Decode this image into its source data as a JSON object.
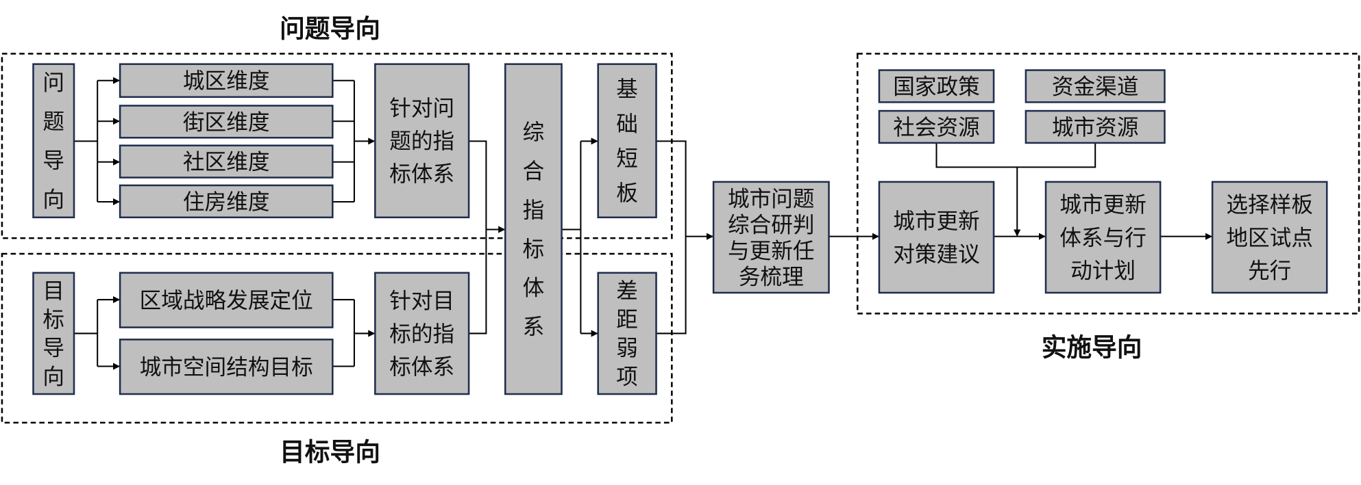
{
  "colors": {
    "box_fill": "#BFBFBF",
    "box_border": "#1F2D4E",
    "line": "#000000"
  },
  "groups": {
    "problem_title": "问题导向",
    "goal_title": "目标导向",
    "implementation_title": "实施导向"
  },
  "nodes": {
    "problem_orientation": [
      "问",
      "题",
      "导",
      "向"
    ],
    "dim_city": [
      "城区维度"
    ],
    "dim_block": [
      "街区维度"
    ],
    "dim_community": [
      "社区维度"
    ],
    "dim_housing": [
      "住房维度"
    ],
    "problem_index": [
      "针对问",
      "题的指",
      "标体系"
    ],
    "goal_orientation": [
      "目",
      "标",
      "导",
      "向"
    ],
    "regional_strategy": [
      "区域战略发展定位"
    ],
    "spatial_structure": [
      "城市空间结构目标"
    ],
    "goal_index": [
      "针对目",
      "标的指",
      "标体系"
    ],
    "composite_index": [
      "综",
      "合",
      "指",
      "标",
      "体",
      "系"
    ],
    "basic_shortcoming": [
      "基",
      "础",
      "短",
      "板"
    ],
    "gap_weakness": [
      "差",
      "距",
      "弱",
      "项"
    ],
    "comprehensive_judgment": [
      "城市问题",
      "综合研判",
      "与更新任",
      "务梳理"
    ],
    "national_policy": [
      "国家政策"
    ],
    "funding_channel": [
      "资金渠道"
    ],
    "social_resource": [
      "社会资源"
    ],
    "urban_resource": [
      "城市资源"
    ],
    "renewal_suggestion": [
      "城市更新",
      "对策建议"
    ],
    "renewal_system": [
      "城市更新",
      "体系与行",
      "动计划"
    ],
    "pilot_selection": [
      "选择样板",
      "地区试点",
      "先行"
    ]
  }
}
